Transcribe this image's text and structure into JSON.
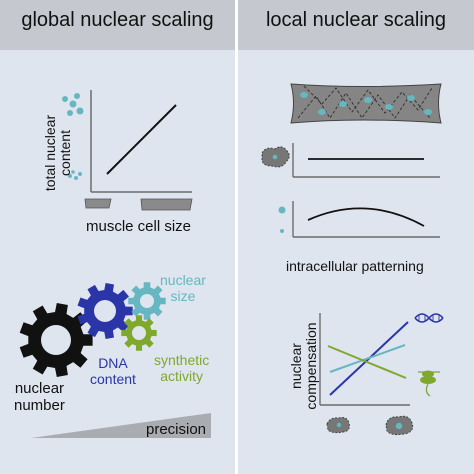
{
  "panels": {
    "left": {
      "title": "global nuclear scaling",
      "plot": {
        "ylabel_line1": "total nuclear",
        "ylabel_line2": "content",
        "xlabel": "muscle cell size"
      },
      "gears": {
        "nuclear_number": {
          "line1": "nuclear",
          "line2": "number",
          "color": "#111111"
        },
        "dna_content": {
          "line1": "DNA",
          "line2": "content",
          "color": "#2a35a8"
        },
        "nuclear_size": {
          "line1": "nuclear",
          "line2": "size",
          "color": "#66b7c1"
        },
        "synthetic_activity": {
          "line1": "synthetic",
          "line2": "activity",
          "color": "#7fa82e"
        }
      },
      "precision_label": "precision"
    },
    "right": {
      "title": "local nuclear scaling",
      "middle_label": "intracellular patterning",
      "bottom_plot": {
        "ylabel_line1": "nuclear",
        "ylabel_line2": "compensation"
      }
    }
  },
  "colors": {
    "panel_bg": "#dfe5ee",
    "header_bg": "#c5c9cf",
    "nucleus": "#66b7c1",
    "muscle": "#8a8a8a",
    "dna_blue": "#2a35a8",
    "light_blue": "#66b7c1",
    "green": "#7fa82e"
  }
}
